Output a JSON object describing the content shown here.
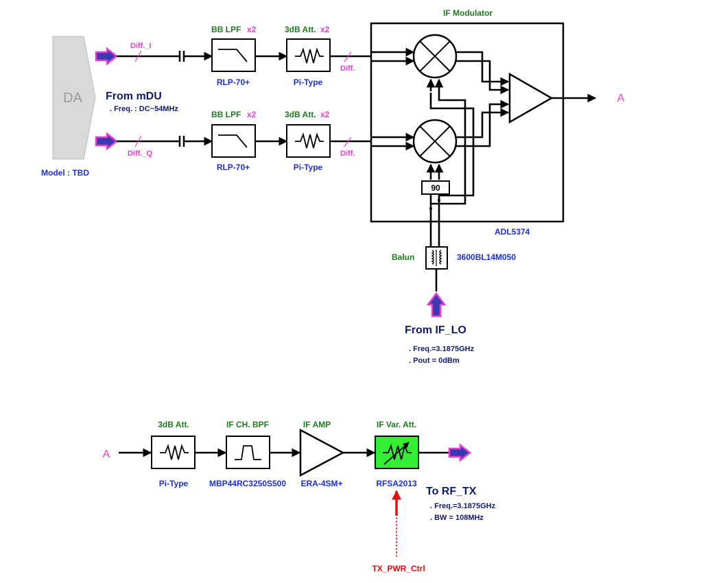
{
  "colors": {
    "green_label": "#1f7a1f",
    "blue_label": "#1f2fd0",
    "navy_label": "#0f1a6b",
    "magenta": "#e63fd0",
    "red": "#e01010",
    "attenuator_fill": "#33ee33",
    "da_fill": "#d9d9d9"
  },
  "top": {
    "da": {
      "label": "DA",
      "model": "Model : TBD"
    },
    "from_mdu": {
      "title": "From mDU",
      "freq": ". Freq. : DC~54MHz"
    },
    "i_path": {
      "diff_label": "Diff._I",
      "lpf_title": "BB LPF",
      "lpf_mult": "x2",
      "lpf_part": "RLP-70+",
      "att_title": "3dB Att.",
      "att_mult": "x2",
      "att_part": "Pi-Type",
      "out_diff": "Diff."
    },
    "q_path": {
      "diff_label": "Diff._Q",
      "lpf_title": "BB LPF",
      "lpf_mult": "x2",
      "lpf_part": "RLP-70+",
      "att_title": "3dB Att.",
      "att_mult": "x2",
      "att_part": "Pi-Type",
      "out_diff": "Diff."
    },
    "modulator": {
      "title": "IF Modulator",
      "part": "ADL5374",
      "phase": "90"
    },
    "output_connector": "A",
    "balun": {
      "label": "Balun",
      "part": "3600BL14M050"
    },
    "from_if_lo": {
      "title": "From IF_LO",
      "freq": ". Freq.=3.1875GHz",
      "pout": ". Pout = 0dBm"
    }
  },
  "bottom": {
    "input_connector": "A",
    "att": {
      "title": "3dB Att.",
      "part": "Pi-Type"
    },
    "bpf": {
      "title": "IF CH. BPF",
      "part": "MBP44RC3250S500"
    },
    "amp": {
      "title": "IF AMP",
      "part": "ERA-4SM+"
    },
    "var_att": {
      "title": "IF Var. Att.",
      "part": "RFSA2013"
    },
    "to_rf_tx": {
      "title": "To RF_TX",
      "freq": ". Freq.=3.1875GHz",
      "bw": ". BW = 108MHz"
    },
    "control": "TX_PWR_Ctrl"
  },
  "icons": [
    "hollow-arrow-icon",
    "lowpass-filter-icon",
    "attenuator-icon",
    "mixer-icon",
    "amplifier-icon",
    "balun-icon",
    "bandpass-filter-icon",
    "variable-attenuator-icon"
  ]
}
